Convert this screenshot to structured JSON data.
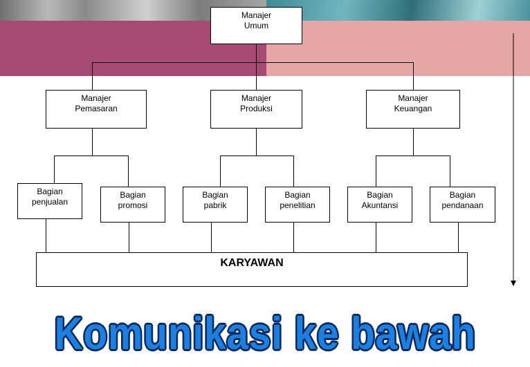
{
  "top": {
    "label": "Manajer\nUmum"
  },
  "managers": [
    {
      "label": "Manajer\nPemasaran"
    },
    {
      "label": "Manajer\nProduksi"
    },
    {
      "label": "Manajer\nKeuangan"
    }
  ],
  "departments": [
    {
      "label": "Bagian\npenjualan"
    },
    {
      "label": "Bagian\npromosi"
    },
    {
      "label": "Bagian\npabrik"
    },
    {
      "label": "Bagian\npenelitian"
    },
    {
      "label": "Bagian\nAkuntansi"
    },
    {
      "label": "Bagian\npendanaan"
    }
  ],
  "employees": {
    "label": "KARYAWAN"
  },
  "headline": {
    "text": "Komunikasi ke bawah"
  },
  "colors": {
    "band_left": "#a64a73",
    "band_right": "#e5a7a6",
    "headline": "#1d7fe0",
    "headline_outline": "#0a2a5c"
  }
}
